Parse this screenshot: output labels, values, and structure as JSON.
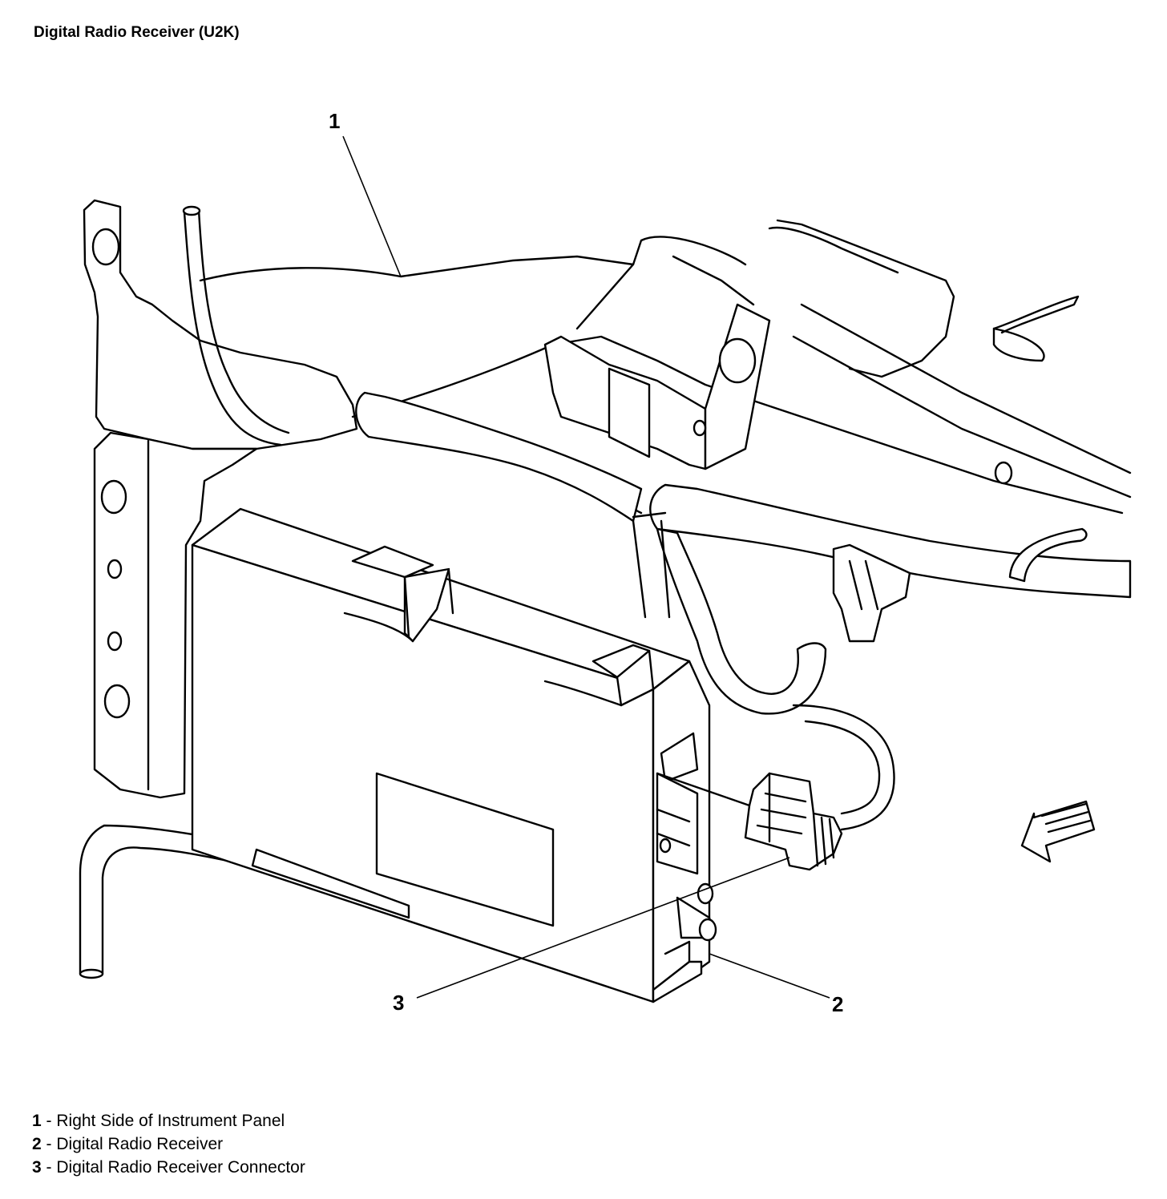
{
  "title": "Digital Radio Receiver (U2K)",
  "callouts": [
    {
      "number": "1"
    },
    {
      "number": "2"
    },
    {
      "number": "3"
    }
  ],
  "legend": [
    {
      "number": "1",
      "separator": " - ",
      "text": "Right Side of Instrument Panel"
    },
    {
      "number": "2",
      "separator": " - ",
      "text": "Digital Radio Receiver"
    },
    {
      "number": "3",
      "separator": " - ",
      "text": "Digital Radio Receiver Connector"
    }
  ],
  "icons": [
    "front-direction-arrow-icon"
  ]
}
